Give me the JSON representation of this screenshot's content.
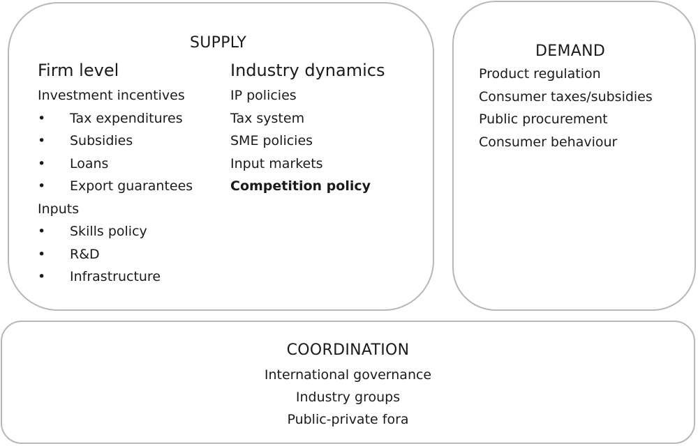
{
  "supply": {
    "title": "SUPPLY",
    "firm_level": {
      "heading": "Firm level",
      "investment_incentives": {
        "label": "Investment incentives",
        "items": [
          "Tax expenditures",
          "Subsidies",
          "Loans",
          "Export guarantees"
        ]
      },
      "inputs": {
        "label": "Inputs",
        "items": [
          "Skills policy",
          "R&D",
          "Infrastructure"
        ]
      },
      "bullet": "•"
    },
    "industry_dynamics": {
      "heading": "Industry dynamics",
      "items": [
        "IP policies",
        "Tax system",
        "SME policies",
        "Input markets"
      ],
      "highlighted": "Competition policy"
    }
  },
  "demand": {
    "title": "DEMAND",
    "items": [
      "Product regulation",
      "Consumer taxes/subsidies",
      "Public procurement",
      "Consumer behaviour"
    ]
  },
  "coordination": {
    "title": "COORDINATION",
    "items": [
      "International governance",
      "Industry groups",
      "Public-private fora"
    ]
  },
  "colors": {
    "border": "#b7b7b7",
    "text": "#1a1a1a",
    "background": "#ffffff"
  }
}
